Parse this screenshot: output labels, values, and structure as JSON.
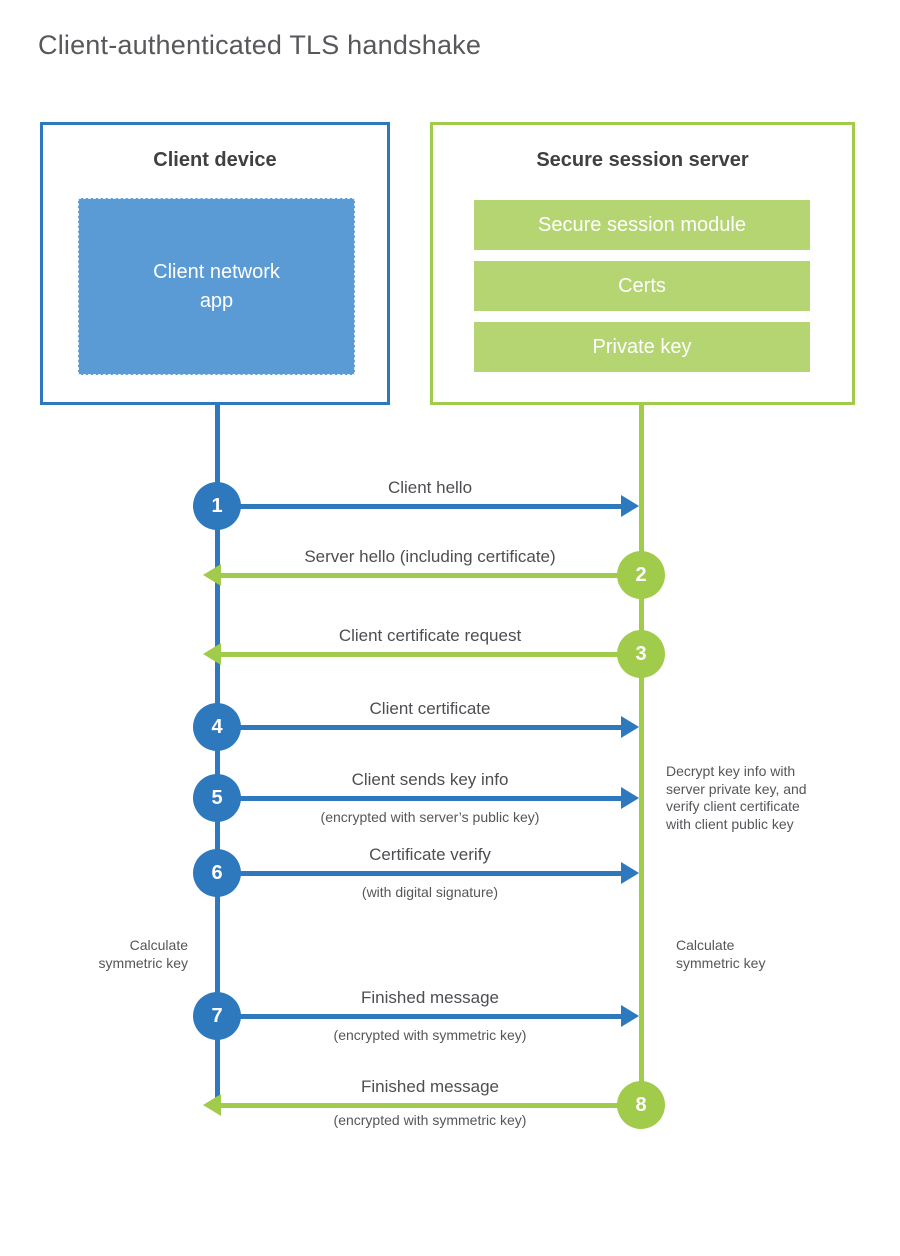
{
  "title": "Client-authenticated TLS handshake",
  "client": {
    "title": "Client device",
    "app_label": "Client network\napp",
    "calc_note": "Calculate\nsymmetric key"
  },
  "server": {
    "title": "Secure session server",
    "modules": [
      "Secure session module",
      "Certs",
      "Private key"
    ],
    "calc_note": "Calculate\nsymmetric key",
    "process_note": "Decrypt key info with\nserver private key, and\nverify client certificate\nwith client public key"
  },
  "steps": [
    {
      "number": "1",
      "from": "client",
      "direction": "right",
      "label": "Client hello",
      "sublabel": ""
    },
    {
      "number": "2",
      "from": "server",
      "direction": "left",
      "label": "Server hello (including certificate)",
      "sublabel": ""
    },
    {
      "number": "3",
      "from": "server",
      "direction": "left",
      "label": "Client certificate request",
      "sublabel": ""
    },
    {
      "number": "4",
      "from": "client",
      "direction": "right",
      "label": "Client certificate",
      "sublabel": ""
    },
    {
      "number": "5",
      "from": "client",
      "direction": "right",
      "label": "Client sends key info",
      "sublabel": "(encrypted with server’s public key)"
    },
    {
      "number": "6",
      "from": "client",
      "direction": "right",
      "label": "Certificate verify",
      "sublabel": "(with digital signature)"
    },
    {
      "number": "7",
      "from": "client",
      "direction": "right",
      "label": "Finished message",
      "sublabel": "(encrypted with symmetric key)"
    },
    {
      "number": "8",
      "from": "server",
      "direction": "left",
      "label": "Finished message",
      "sublabel": "(encrypted with symmetric key)"
    }
  ],
  "colors": {
    "blue": "#2e79be",
    "blue_fill": "#5b9bd5",
    "green": "#a1cb4a",
    "green_light": "#b5d573",
    "title_text": "#57585c",
    "heading_text": "#404040",
    "label_text": "#4d4e52",
    "note_text": "#55565a"
  }
}
